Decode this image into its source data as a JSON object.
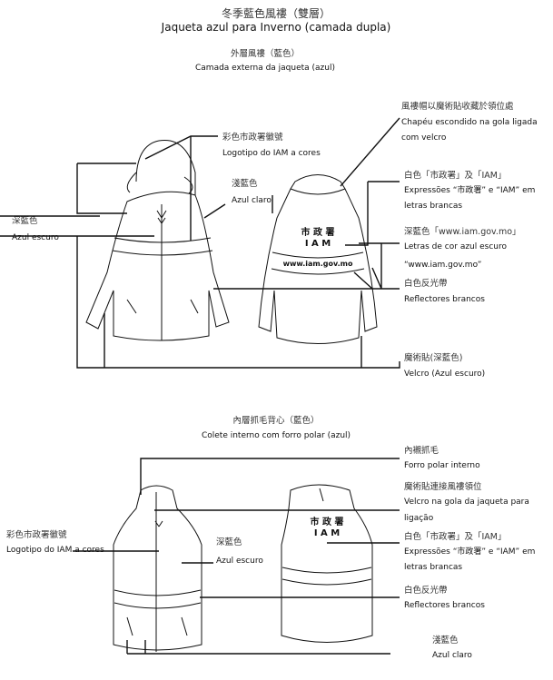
{
  "header": {
    "title_zh": "冬季藍色風褸（雙層）",
    "title_pt": "Jaqueta azul para Inverno (camada dupla)"
  },
  "outer": {
    "title_zh": "外層風褸（藍色）",
    "title_pt": "Camada externa da jaqueta (azul)",
    "hood": {
      "zh": "風褸帽以魔術貼收藏於領位處",
      "pt1": "Chapéu escondido na gola ligada",
      "pt2": "com velcro"
    },
    "logo": {
      "zh": "彩色市政署徽號",
      "pt": "Logotipo do IAM a cores"
    },
    "light_blue": {
      "zh": "淺藍色",
      "pt": "Azul claro"
    },
    "white_text": {
      "zh": "白色「市政署」及「IAM」",
      "pt1": "Expressões “市政署” e “IAM” em",
      "pt2": "letras brancas"
    },
    "dark_blue": {
      "zh": "深藍色",
      "pt": "Azul escuro"
    },
    "url_text": {
      "zh": "深藍色「www.iam.gov.mo」",
      "pt1": "Letras de cor azul escuro",
      "pt2": "“www.iam.gov.mo”"
    },
    "reflector": {
      "zh": "白色反光帶",
      "pt": "Reflectores brancos"
    },
    "velcro": {
      "zh": "魔術貼(深藍色)",
      "pt": "Velcro (Azul escuro)"
    },
    "back_print": {
      "line1": "市 政 署",
      "line2": "I A M",
      "url": "www.iam.gov.mo"
    }
  },
  "inner": {
    "title_zh": "內層抓毛背心（藍色）",
    "title_pt": "Colete interno com forro polar (azul)",
    "fleece": {
      "zh": "內襯抓毛",
      "pt": "Forro polar interno"
    },
    "collar_velcro": {
      "zh": "魔術貼連接風褸領位",
      "pt1": "Velcro na gola da jaqueta para",
      "pt2": "ligação"
    },
    "logo": {
      "zh": "彩色市政署徽號",
      "pt": "Logotipo do IAM a cores"
    },
    "dark_blue": {
      "zh": "深藍色",
      "pt": "Azul escuro"
    },
    "white_text": {
      "zh": "白色「市政署」及「IAM」",
      "pt1": "Expressões “市政署” e “IAM” em",
      "pt2": "letras brancas"
    },
    "reflector": {
      "zh": "白色反光帶",
      "pt": "Reflectores brancos"
    },
    "light_blue": {
      "zh": "淺藍色",
      "pt": "Azul claro"
    },
    "back_print": {
      "line1": "市 政 署",
      "line2": "I A M"
    }
  }
}
